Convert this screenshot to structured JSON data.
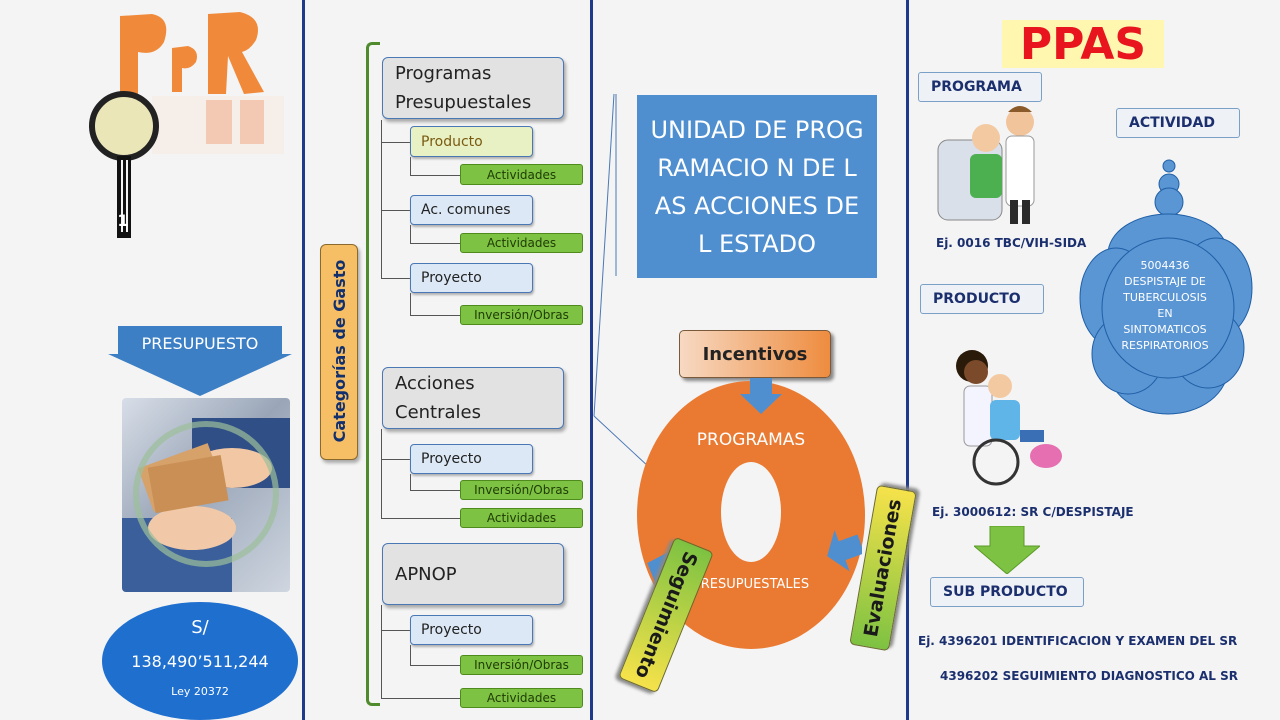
{
  "left": {
    "logo_text": "PpR",
    "badge_number": "1",
    "presupuesto_label": "PRESUPUESTO",
    "amount_currency": "S/",
    "amount_value": "138,490’511,244",
    "amount_law": "Ley 20372"
  },
  "categories": {
    "vertical_label": "Categorías de Gasto",
    "programas": "Programas Presupuestales",
    "producto": "Producto",
    "ac_comunes": "Ac. comunes",
    "proyecto": "Proyecto",
    "acciones_centrales": "Acciones Centrales",
    "apnop": "APNOP",
    "actividades": "Actividades",
    "inversion": "Inversión/Obras"
  },
  "center": {
    "unidad": "UNIDAD DE PROGRAMACIO N DE LAS ACCIONES DEL ESTADO",
    "incentivos": "Incentivos",
    "programas": "PROGRAMAS",
    "presupuestales": "PRESUPUESTALES",
    "seguimiento": "Seguimiento",
    "evaluaciones": "Evaluaciones"
  },
  "right": {
    "title": "PPAS",
    "programa": "PROGRAMA",
    "actividad": "ACTIVIDAD",
    "ej_programa": "Ej. 0016 TBC/VIH-SIDA",
    "cloud_code": "5004436",
    "cloud_line1": "DESPISTAJE DE",
    "cloud_line2": "TUBERCULOSIS",
    "cloud_line3": "EN",
    "cloud_line4": "SINTOMATICOS",
    "cloud_line5": "RESPIRATORIOS",
    "producto": "PRODUCTO",
    "ej_producto": "Ej. 3000612: SR C/DESPISTAJE",
    "sub_producto": "SUB PRODUCTO",
    "ej_sub1": "Ej. 4396201 IDENTIFICACION Y EXAMEN DEL SR",
    "ej_sub2": "4396202 SEGUIMIENTO DIAGNOSTICO AL SR"
  },
  "colors": {
    "divider": "#1f3a8a",
    "blue_box": "#4f8fd0",
    "orange": "#ea7a32",
    "green": "#7dc242",
    "ppas_red": "#e8141e"
  }
}
